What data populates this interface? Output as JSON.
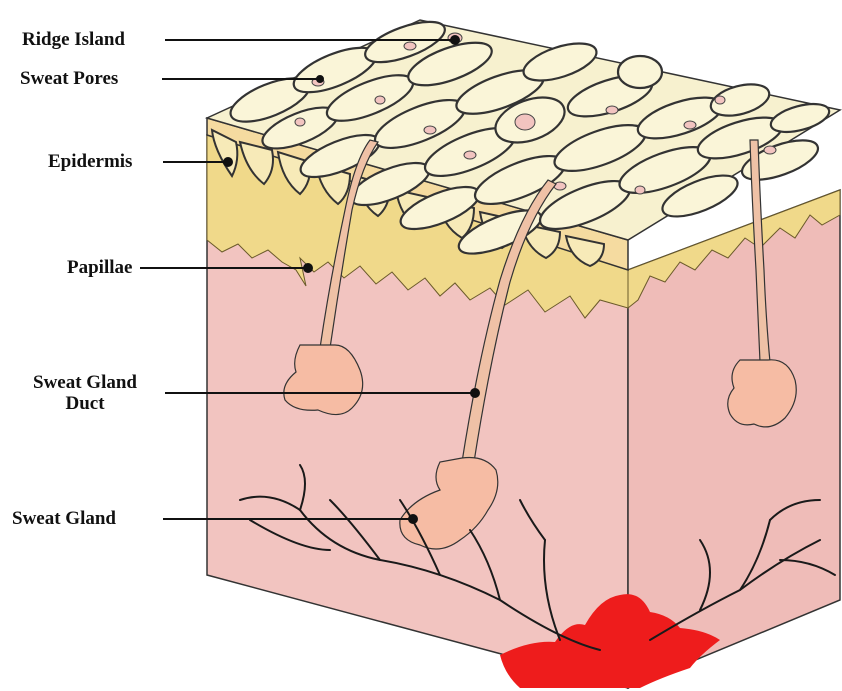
{
  "diagram": {
    "labels": {
      "ridge_island": "Ridge Island",
      "sweat_pores": "Sweat Pores",
      "epidermis": "Epidermis",
      "papillae": "Papillae",
      "sweat_gland_duct_line1": "Sweat Gland",
      "sweat_gland_duct_line2": "Duct",
      "sweat_gland": "Sweat Gland"
    },
    "colors": {
      "dermis": "#f2c4c0",
      "dermis_right": "#efbcb8",
      "epidermis_band": "#f5dba0",
      "papillae": "#f0d98a",
      "ridge_cells": "#f7f1cf",
      "gland": "#f6bca4",
      "duct": "#efc1a6",
      "blood_vessel": "#ee1c1c",
      "nerve": "#1a1a1a",
      "leader_line": "#111111"
    }
  }
}
